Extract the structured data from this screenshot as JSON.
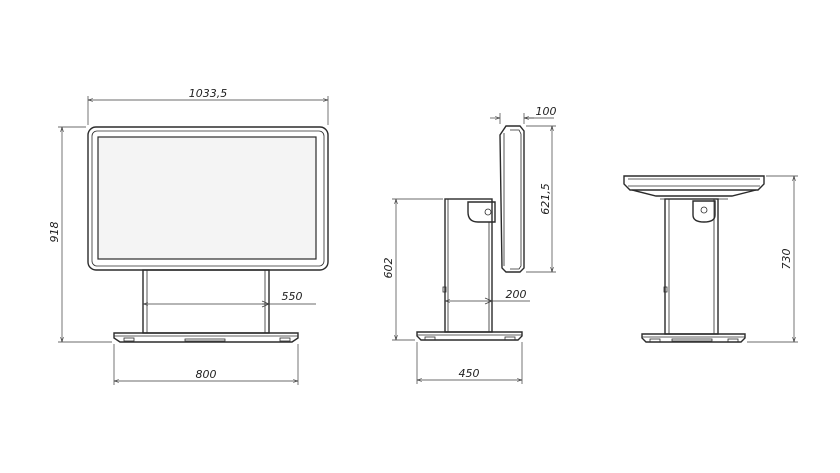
{
  "drawing": {
    "front_view": {
      "width_top": "1033,5",
      "height_total": "918",
      "column_width": "550",
      "base_width": "800"
    },
    "side_view": {
      "depth_top": "100",
      "screen_height": "621,5",
      "column_height": "602",
      "column_depth": "200",
      "base_depth": "450"
    },
    "table_view": {
      "height": "730"
    }
  }
}
